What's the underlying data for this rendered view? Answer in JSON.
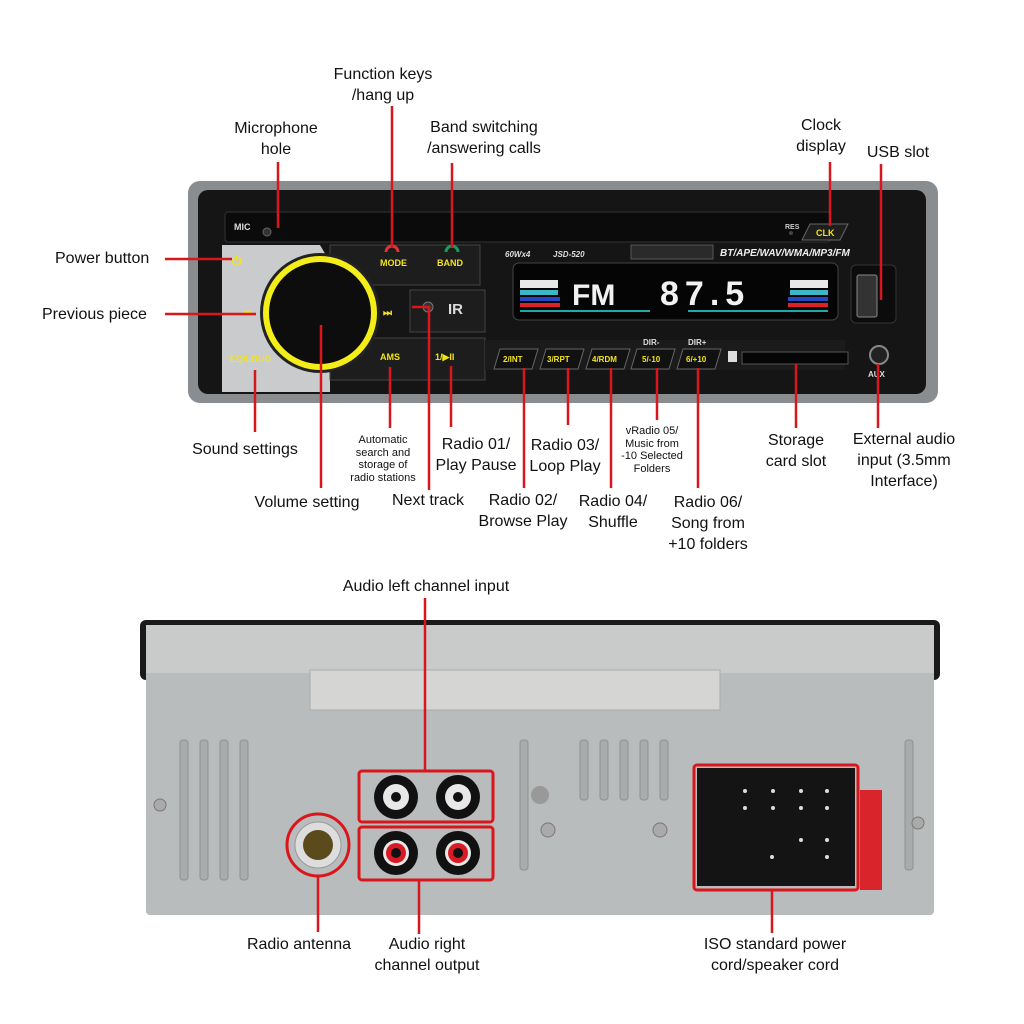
{
  "colors": {
    "leader": "#d8161c",
    "button_text": "#f2e51a",
    "ring": "#f3ee1a",
    "bezel": "#8a8d90",
    "panel": "#151515"
  },
  "front_callouts": {
    "function_keys": [
      "Function keys",
      "/hang up"
    ],
    "microphone": [
      "Microphone",
      "hole"
    ],
    "band": [
      "Band switching",
      "/answering calls"
    ],
    "clock": [
      "Clock",
      "display"
    ],
    "usb": [
      "USB slot"
    ],
    "power": [
      "Power button"
    ],
    "previous": [
      "Previous piece"
    ],
    "sound": [
      "Sound settings"
    ],
    "volume": [
      "Volume setting"
    ],
    "ams": [
      "Automatic",
      "search and",
      "storage of",
      "radio stations"
    ],
    "next": [
      "Next track"
    ],
    "radio01": [
      "Radio 01/",
      "Play Pause"
    ],
    "radio02": [
      "Radio 02/",
      "Browse Play"
    ],
    "radio03": [
      "Radio 03/",
      "Loop Play"
    ],
    "radio04": [
      "Radio 04/",
      "Shuffle"
    ],
    "radio05": [
      "vRadio 05/",
      "Music from",
      "-10 Selected",
      "Folders"
    ],
    "radio06": [
      "Radio 06/",
      "Song from",
      "+10 folders"
    ],
    "storage": [
      "Storage",
      "card slot"
    ],
    "aux": [
      "External audio",
      "input (3.5mm",
      "Interface)"
    ]
  },
  "panel": {
    "mic": "MIC",
    "mode": "MODE",
    "band": "BAND",
    "res": "RES",
    "clk": "CLK",
    "power_wattage": "60Wx4",
    "model": "JSD-520",
    "formats": "BT/APE/WAV/WMA/MP3/FM",
    "display_band": "FM",
    "display_freq": "87.5",
    "eq": "EQ/LOUD",
    "ams": "AMS",
    "play": "1/▶II",
    "ir": "IR",
    "presets": [
      "2/INT",
      "3/RPT",
      "4/RDM",
      "5/-10",
      "6/+10"
    ],
    "dir_minus": "DIR-",
    "dir_plus": "DIR+",
    "aux": "AUX"
  },
  "back_callouts": {
    "left_input": [
      "Audio left channel input"
    ],
    "antenna": [
      "Radio antenna"
    ],
    "right_output": [
      "Audio right",
      "channel output"
    ],
    "iso": [
      "ISO standard power",
      "cord/speaker cord"
    ]
  }
}
